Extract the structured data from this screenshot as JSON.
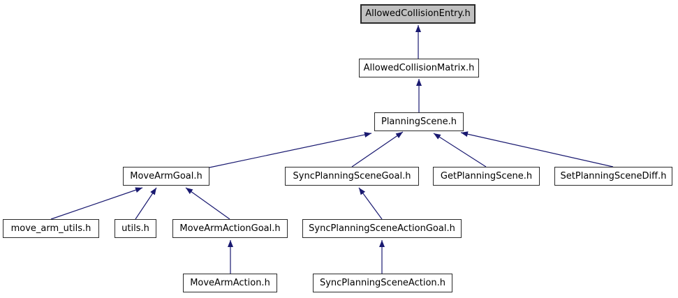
{
  "graph": {
    "title": "AllowedCollisionEntry.h included-by dependency graph",
    "type": "dependency-graph",
    "colors": {
      "background": "#ffffff",
      "edge": "#191970",
      "node_border": "#2a2a2a",
      "node_fill": "#ffffff",
      "highlighted_node_fill": "#c0c0c0",
      "text": "#000000"
    },
    "nodes": [
      {
        "label": "AllowedCollisionEntry.h",
        "highlighted": true
      },
      {
        "label": "AllowedCollisionMatrix.h",
        "highlighted": false
      },
      {
        "label": "PlanningScene.h",
        "highlighted": false
      },
      {
        "label": "MoveArmGoal.h",
        "highlighted": false
      },
      {
        "label": "SyncPlanningSceneGoal.h",
        "highlighted": false
      },
      {
        "label": "GetPlanningScene.h",
        "highlighted": false
      },
      {
        "label": "SetPlanningSceneDiff.h",
        "highlighted": false
      },
      {
        "label": "move_arm_utils.h",
        "highlighted": false
      },
      {
        "label": "utils.h",
        "highlighted": false
      },
      {
        "label": "MoveArmActionGoal.h",
        "highlighted": false
      },
      {
        "label": "SyncPlanningSceneActionGoal.h",
        "highlighted": false
      },
      {
        "label": "MoveArmAction.h",
        "highlighted": false
      },
      {
        "label": "SyncPlanningSceneAction.h",
        "highlighted": false
      }
    ],
    "edges": [
      {
        "from": "AllowedCollisionMatrix.h",
        "to": "AllowedCollisionEntry.h"
      },
      {
        "from": "PlanningScene.h",
        "to": "AllowedCollisionMatrix.h"
      },
      {
        "from": "MoveArmGoal.h",
        "to": "PlanningScene.h"
      },
      {
        "from": "SyncPlanningSceneGoal.h",
        "to": "PlanningScene.h"
      },
      {
        "from": "GetPlanningScene.h",
        "to": "PlanningScene.h"
      },
      {
        "from": "SetPlanningSceneDiff.h",
        "to": "PlanningScene.h"
      },
      {
        "from": "move_arm_utils.h",
        "to": "MoveArmGoal.h"
      },
      {
        "from": "utils.h",
        "to": "MoveArmGoal.h"
      },
      {
        "from": "MoveArmActionGoal.h",
        "to": "MoveArmGoal.h"
      },
      {
        "from": "SyncPlanningSceneActionGoal.h",
        "to": "SyncPlanningSceneGoal.h"
      },
      {
        "from": "MoveArmAction.h",
        "to": "MoveArmActionGoal.h"
      },
      {
        "from": "SyncPlanningSceneAction.h",
        "to": "SyncPlanningSceneActionGoal.h"
      }
    ]
  }
}
